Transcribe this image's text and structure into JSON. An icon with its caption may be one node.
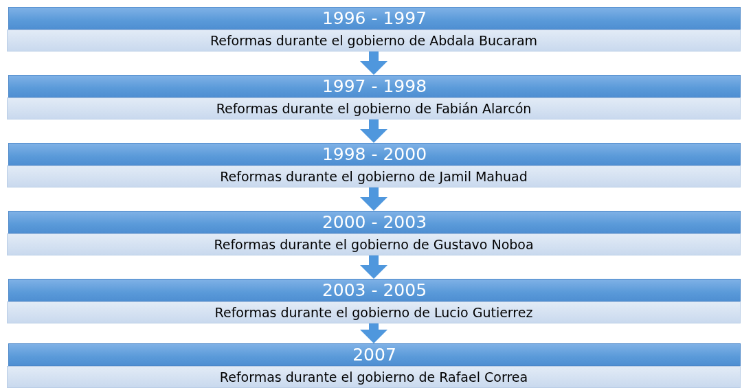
{
  "diagram": {
    "nodes": [
      {
        "text": [
          "1996 - 1997",
          "Reformas durante el gobierno de Abdala Bucaram"
        ]
      },
      {
        "text": [
          "1997 - 1998",
          "Reformas durante el gobierno de Fabián Alarcón"
        ]
      },
      {
        "text": [
          "1998 - 2000",
          "Reformas durante el gobierno de Jamil Mahuad"
        ]
      },
      {
        "text": [
          "2000 - 2003",
          "Reformas durante el gobierno de Gustavo Noboa"
        ]
      },
      {
        "text": [
          "2003 - 2005",
          "Reformas durante el gobierno de Lucio Gutierrez"
        ]
      },
      {
        "text": [
          "2007",
          "Reformas durante el gobierno de Rafael Correa"
        ]
      }
    ],
    "edges": [
      {
        "from": 0,
        "to": 1,
        "arrow": "to"
      },
      {
        "from": 1,
        "to": 2,
        "arrow": "to"
      },
      {
        "from": 2,
        "to": 3,
        "arrow": "to"
      },
      {
        "from": 3,
        "to": 4,
        "arrow": "to"
      },
      {
        "from": 4,
        "to": 5,
        "arrow": "to"
      }
    ]
  }
}
